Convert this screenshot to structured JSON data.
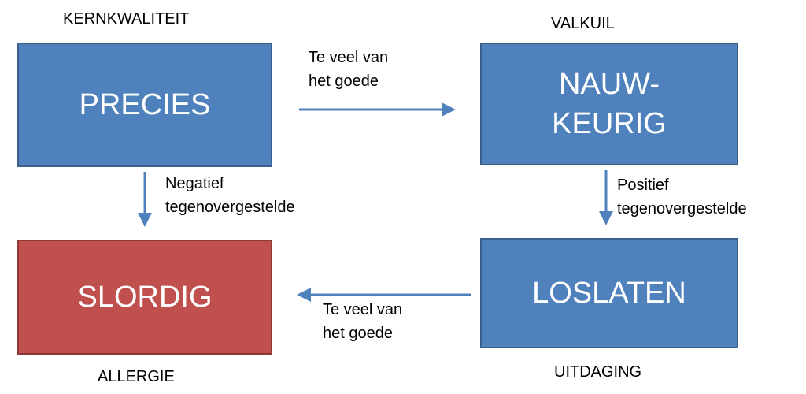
{
  "colors": {
    "box_blue": "#4f81bd",
    "box_red": "#c0504d",
    "arrow": "#4f81bd"
  },
  "nodes": {
    "top_left": {
      "category": "KERNKWALITEIT",
      "text": "PRECIES"
    },
    "top_right": {
      "category": "VALKUIL",
      "text": "NAUW-\nKEURIG"
    },
    "bottom_right": {
      "category": "UITDAGING",
      "text": "LOSLATEN"
    },
    "bottom_left": {
      "category": "ALLERGIE",
      "text": "SLORDIG"
    }
  },
  "edges": {
    "top": "Te veel van\nhet goede",
    "left": "Negatief\ntegenovergestelde",
    "right": "Positief\ntegenovergestelde",
    "bottom": "Te veel van\nhet goede"
  }
}
